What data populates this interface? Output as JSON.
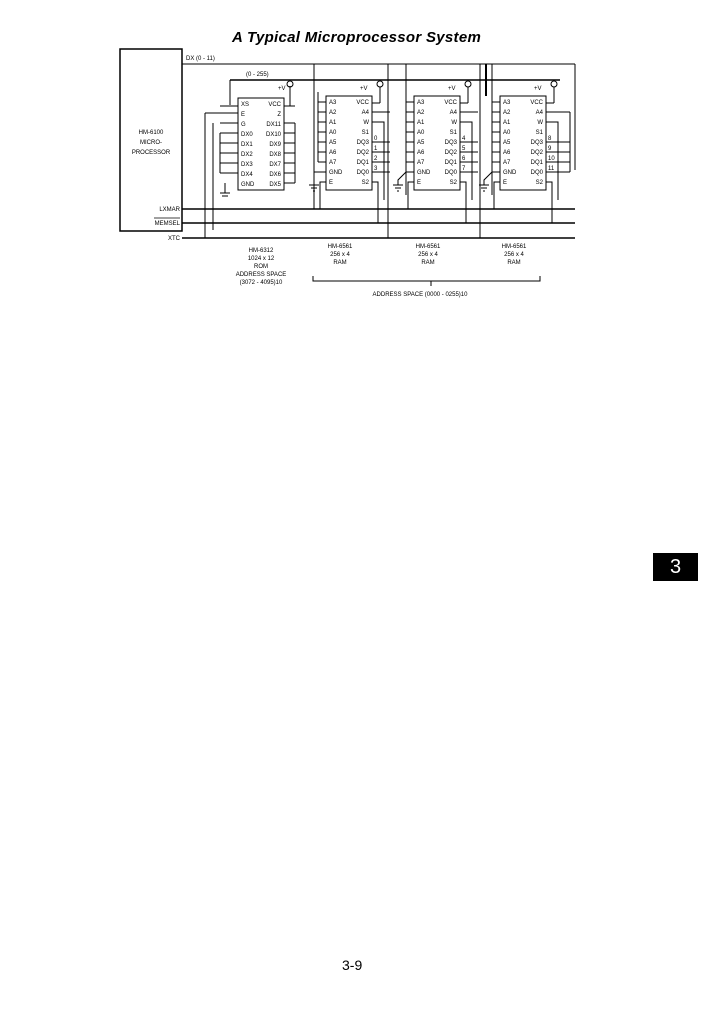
{
  "title": "A Typical Microprocessor System",
  "cpu": {
    "lines": [
      "HM-6100",
      "MICRO-",
      "PROCESSOR"
    ],
    "signals": [
      "LXMAR",
      "MEMSEL",
      "XTC"
    ]
  },
  "bus_labels": {
    "dx": "DX (0 - 11)",
    "addr": "(0 - 255)",
    "vplus": "+V"
  },
  "rom": {
    "left_pins": [
      "XS",
      "E",
      "G",
      "DX0",
      "DX1",
      "DX2",
      "DX3",
      "DX4",
      "GND"
    ],
    "right_pins": [
      "VCC",
      "Z",
      "DX11",
      "DX10",
      "DX9",
      "DX8",
      "DX7",
      "DX6",
      "DX5"
    ],
    "caption": [
      "HM-6312",
      "1024 x 12",
      "ROM",
      "ADDRESS SPACE",
      "(3072 - 4095)10"
    ]
  },
  "rams": [
    {
      "left_pins": [
        "A3",
        "A2",
        "A1",
        "A0",
        "A5",
        "A6",
        "A7",
        "GND",
        "E"
      ],
      "right_pins": [
        "VCC",
        "A4",
        "W",
        "S1",
        "DQ3",
        "DQ2",
        "DQ1",
        "DQ0",
        "S2"
      ],
      "bits": [
        "0",
        "1",
        "2",
        "3"
      ],
      "caption": [
        "HM-6561",
        "256 x 4",
        "RAM"
      ]
    },
    {
      "left_pins": [
        "A3",
        "A2",
        "A1",
        "A0",
        "A5",
        "A6",
        "A7",
        "GND",
        "E"
      ],
      "right_pins": [
        "VCC",
        "A4",
        "W",
        "S1",
        "DQ3",
        "DQ2",
        "DQ1",
        "DQ0",
        "S2"
      ],
      "bits": [
        "4",
        "5",
        "6",
        "7"
      ],
      "caption": [
        "HM-6561",
        "256 x 4",
        "RAM"
      ]
    },
    {
      "left_pins": [
        "A3",
        "A2",
        "A1",
        "A0",
        "A5",
        "A6",
        "A7",
        "GND",
        "E"
      ],
      "right_pins": [
        "VCC",
        "A4",
        "W",
        "S1",
        "DQ3",
        "DQ2",
        "DQ1",
        "DQ0",
        "S2"
      ],
      "bits": [
        "8",
        "9",
        "10",
        "11"
      ],
      "caption": [
        "HM-6561",
        "256 x 4",
        "RAM"
      ]
    }
  ],
  "ram_address_space": "ADDRESS SPACE (0000 - 0255)10",
  "section_tab": "3",
  "page_number": "3-9"
}
